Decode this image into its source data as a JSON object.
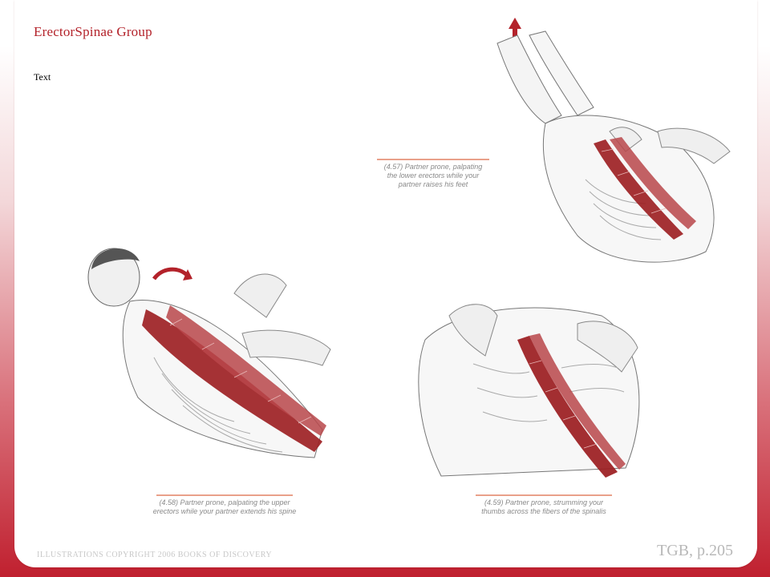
{
  "slide": {
    "title": "ErectorSpinae Group",
    "body_text": "Text"
  },
  "figures": [
    {
      "id": "4.57",
      "caption_line1": "(4.57) Partner prone, palpating",
      "caption_line2": "the lower erectors while your",
      "caption_line3": "partner raises his feet"
    },
    {
      "id": "4.58",
      "caption_line1": "(4.58) Partner prone, palpating the upper",
      "caption_line2": "erectors while your partner extends his spine"
    },
    {
      "id": "4.59",
      "caption_line1": "(4.59) Partner prone, strumming your",
      "caption_line2": "thumbs across the fibers of the spinalis"
    }
  ],
  "footer": {
    "copyright": "ILLUSTRATIONS COPYRIGHT 2006 BOOKS OF DISCOVERY",
    "reference": "TGB, p.205"
  },
  "colors": {
    "title": "#b3222a",
    "muscle": "#9b1c1f",
    "caption_rule": "#e9a08a",
    "frame_gradient_bottom": "#c0202f"
  }
}
